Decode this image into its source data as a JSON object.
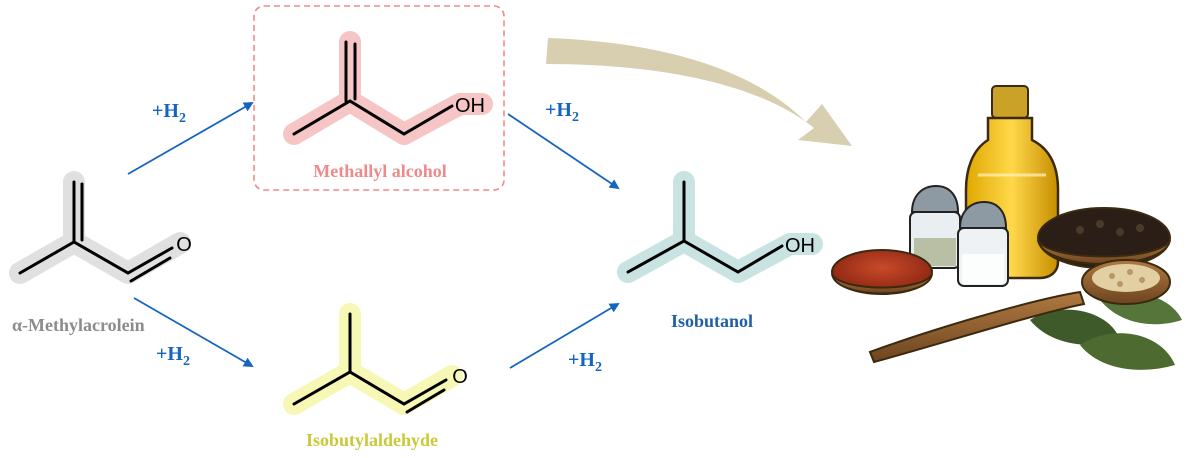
{
  "molecules": {
    "methylacrolein": {
      "name": "α-Methylacrolein",
      "atom": "O",
      "color": "#8c8c8c",
      "highlight": "#e0e0e0"
    },
    "methallyl_alcohol": {
      "name": "Methallyl alcohol",
      "atom": "OH",
      "color": "#f08a8a",
      "highlight": "#f6c6c6"
    },
    "isobutylaldehyde": {
      "name": "Isobutylaldehyde",
      "atom": "O",
      "color": "#c9c93a",
      "highlight": "#f7f7b6"
    },
    "isobutanol": {
      "name": "Isobutanol",
      "atom": "OH",
      "color": "#1f5fa8",
      "highlight": "#c9e3e3"
    }
  },
  "reagent": {
    "base": "+H",
    "sub": "2"
  },
  "colors": {
    "arrow": "#1565c0",
    "big_arrow": "#d7cfb0",
    "box_border": "#f08a8a",
    "bond": "#000000"
  },
  "icons": [
    "spices-and-oil-illustration"
  ]
}
